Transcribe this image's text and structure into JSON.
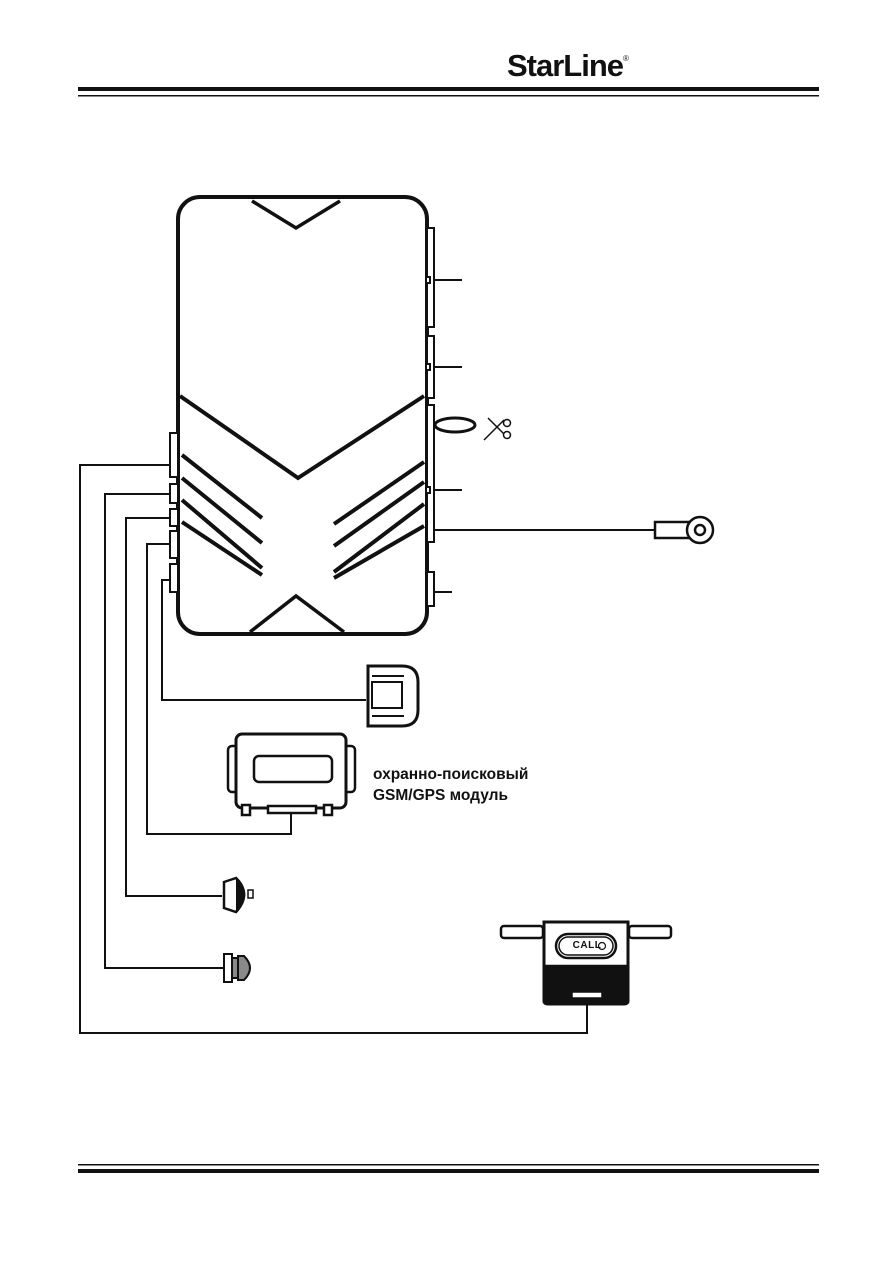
{
  "header": {
    "brand": "StarLine",
    "brand_mark": "®"
  },
  "gsm_module": {
    "caption_line1": "охранно-поисковый",
    "caption_line2": "GSM/GPS модуль"
  },
  "call_button": {
    "label": "CALL"
  },
  "colors": {
    "ink": "#111111",
    "paper": "#ffffff",
    "lamp_gray": "#8a8a8a"
  },
  "icons": [
    "scissors-icon",
    "ground-ring-terminal-icon",
    "led-indicator-icon",
    "buzzer-siren-icon",
    "service-button-icon",
    "temperature-sensor-icon"
  ]
}
